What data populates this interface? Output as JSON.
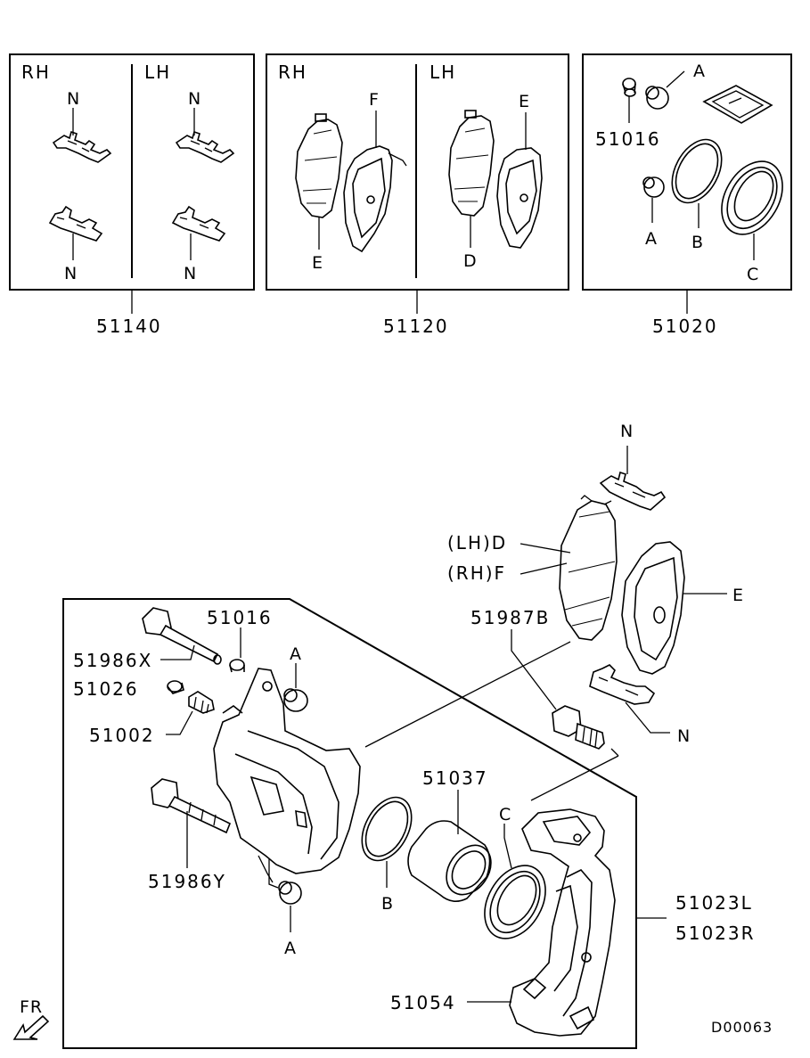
{
  "top_boxes": {
    "clips_kit": {
      "part_no": "51140",
      "side_left": "RH",
      "side_right": "LH",
      "callouts": [
        "N",
        "N",
        "N",
        "N"
      ]
    },
    "pad_kit": {
      "part_no": "51120",
      "side_left": "RH",
      "side_right": "LH",
      "callouts": [
        "F",
        "E",
        "E",
        "D"
      ]
    },
    "seal_kit": {
      "part_no": "51020",
      "sub_part_no": "51016",
      "callouts": [
        "A",
        "A",
        "B",
        "C"
      ]
    }
  },
  "main_diagram": {
    "labels": {
      "clip_top": "N",
      "pad_lh_rh_line1": "(LH)D",
      "pad_lh_rh_line2": "(RH)F",
      "pad_outer": "E",
      "bolt_51987b": "51987B",
      "clip_bottom": "N",
      "bushing_51016": "51016",
      "pin_51986x": "51986X",
      "cap_51026": "51026",
      "bleeder_51002": "51002",
      "boot_a_top": "A",
      "piston_51037": "51037",
      "pin_51986y": "51986Y",
      "boot_a_bottom": "A",
      "seal_b": "B",
      "seal_c": "C",
      "caliper_l": "51023L",
      "caliper_r": "51023R",
      "support_51054": "51054",
      "fr_arrow": "FR"
    }
  },
  "diagram_code": "D00063"
}
